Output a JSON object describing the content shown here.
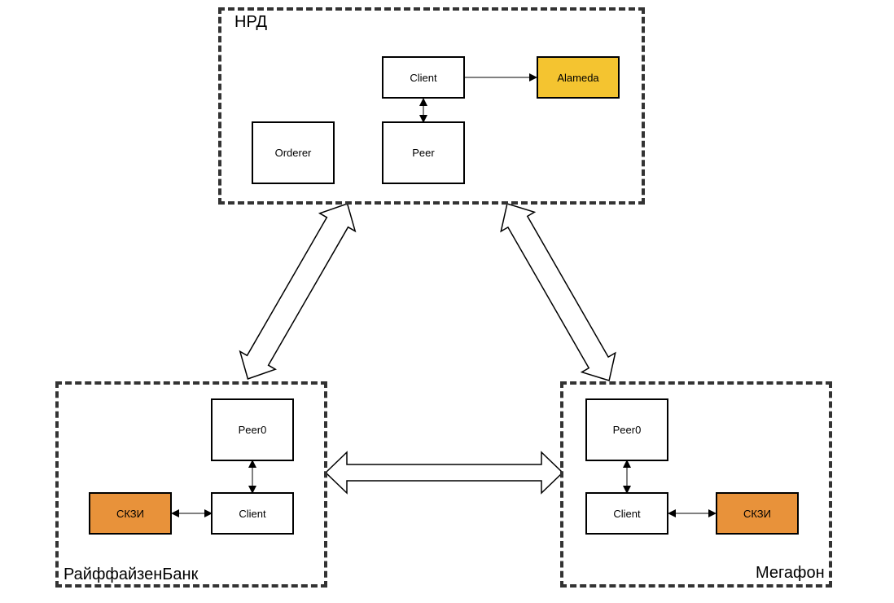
{
  "colors": {
    "yellow": "#f4c430",
    "orange": "#e8923a",
    "border": "#333333"
  },
  "groups": {
    "nrd": {
      "label": "НРД"
    },
    "raif": {
      "label": "РайффайзенБанк"
    },
    "megafon": {
      "label": "Мегафон"
    }
  },
  "nodes": {
    "nrd_client": "Client",
    "nrd_alameda": "Alameda",
    "nrd_orderer": "Orderer",
    "nrd_peer": "Peer",
    "raif_peer0": "Peer0",
    "raif_client": "Client",
    "raif_skzi": "СКЗИ",
    "meg_peer0": "Peer0",
    "meg_client": "Client",
    "meg_skzi": "СКЗИ"
  }
}
